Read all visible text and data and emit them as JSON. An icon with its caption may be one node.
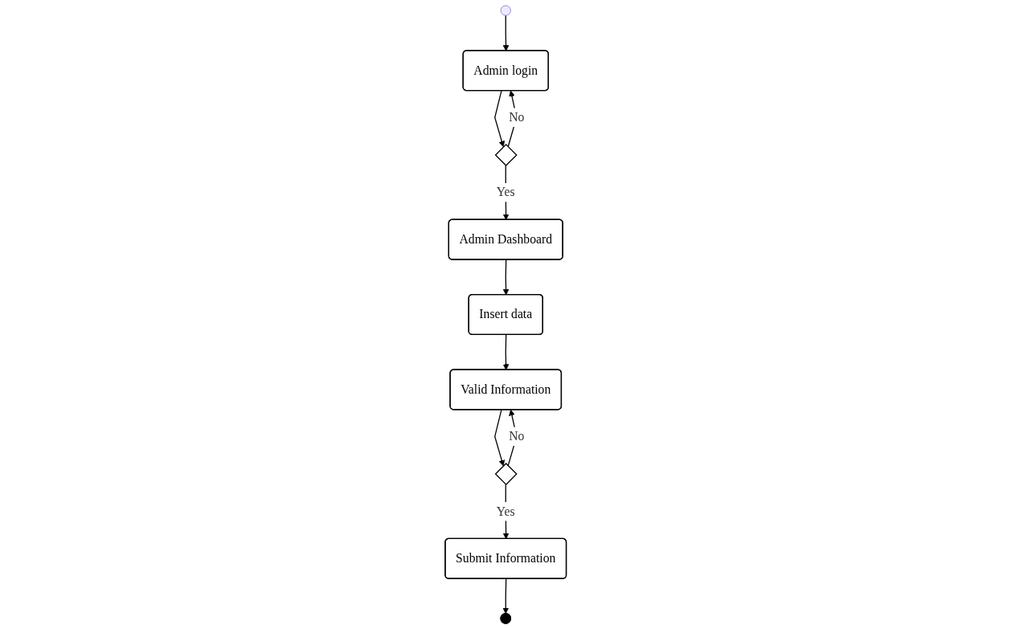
{
  "diagram": {
    "nodes": [
      {
        "text": [],
        "shape": "circle"
      },
      {
        "text": [
          "Admin login"
        ]
      },
      {
        "text": [],
        "shape": "diamond"
      },
      {
        "text": [
          "Admin Dashboard"
        ]
      },
      {
        "text": [
          "Insert data"
        ]
      },
      {
        "text": [
          "Valid Information"
        ]
      },
      {
        "text": [],
        "shape": "diamond"
      },
      {
        "text": [
          "Submit Information"
        ]
      },
      {
        "text": [],
        "shape": "circle"
      }
    ],
    "edges": [
      {
        "from": 0,
        "to": 1,
        "arrow": "to"
      },
      {
        "from": 1,
        "to": 2,
        "arrow": "to"
      },
      {
        "from": 2,
        "to": 1,
        "arrow": "to",
        "label": "No"
      },
      {
        "from": 2,
        "to": 3,
        "arrow": "to",
        "label": "Yes"
      },
      {
        "from": 3,
        "to": 4,
        "arrow": "to"
      },
      {
        "from": 4,
        "to": 5,
        "arrow": "to"
      },
      {
        "from": 5,
        "to": 6,
        "arrow": "to"
      },
      {
        "from": 6,
        "to": 5,
        "arrow": "to",
        "label": "No"
      },
      {
        "from": 6,
        "to": 7,
        "arrow": "to",
        "label": "Yes"
      },
      {
        "from": 7,
        "to": 8,
        "arrow": "to"
      }
    ]
  }
}
